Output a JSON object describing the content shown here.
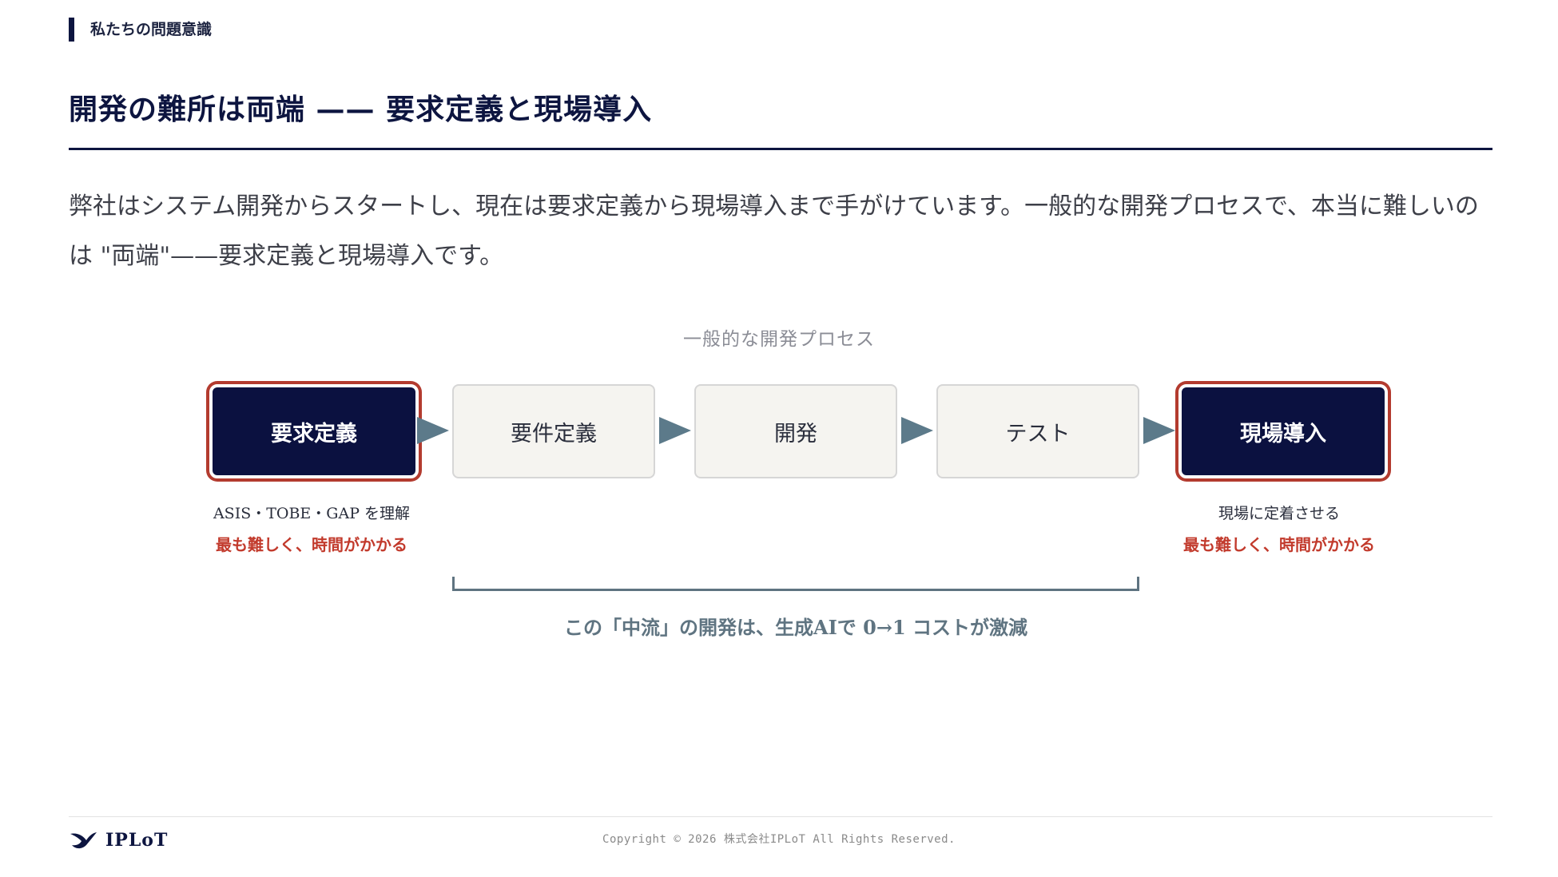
{
  "section_label": "私たちの問題意識",
  "title": "開発の難所は両端 —— 要求定義と現場導入",
  "lead": "弊社はシステム開発からスタートし、現在は要求定義から現場導入まで手がけています。一般的な開発プロセスで、本当に難しいのは \"両端\"——要求定義と現場導入です。",
  "process": {
    "caption": "一般的な開発プロセス",
    "steps": [
      {
        "label": "要求定義",
        "highlight": true
      },
      {
        "label": "要件定義",
        "highlight": false
      },
      {
        "label": "開発",
        "highlight": false
      },
      {
        "label": "テスト",
        "highlight": false
      },
      {
        "label": "現場導入",
        "highlight": true
      }
    ],
    "left_note": "ASIS・TOBE・GAP を理解",
    "left_emphasis": "最も難しく、時間がかかる",
    "right_note": "現場に定着させる",
    "right_emphasis": "最も難しく、時間がかかる",
    "bracket_caption": "この「中流」の開発は、生成AIで 0→1 コストが激減"
  },
  "footer": {
    "logo_text": "IPLoT",
    "copyright": "Copyright © 2026 株式会社IPLoT All Rights Reserved."
  },
  "colors": {
    "navy": "#0b1140",
    "accent_red": "#c23a2c",
    "slate": "#5f7481",
    "step_bg": "#f5f4f0"
  }
}
